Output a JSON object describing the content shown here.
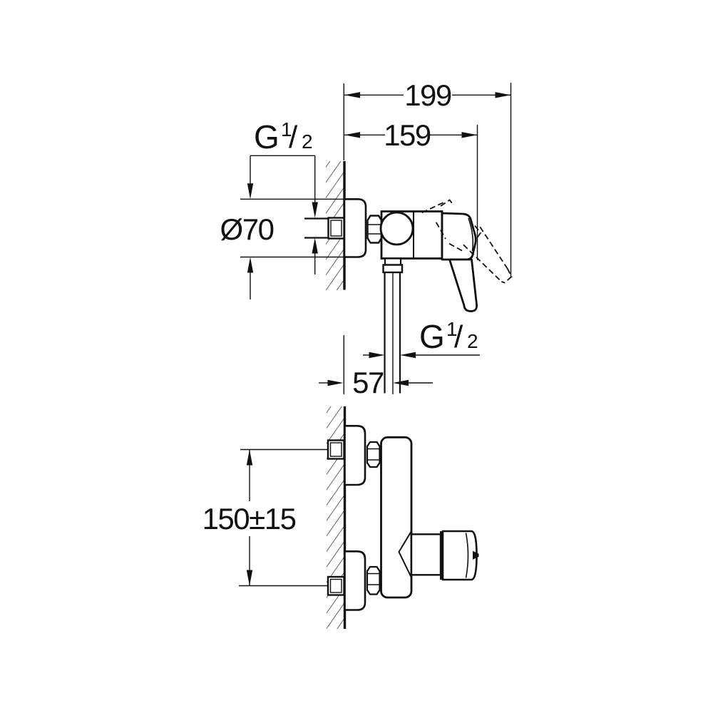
{
  "page": {
    "background": "#ffffff",
    "ink": "#111111"
  },
  "drawing": {
    "side_view": {
      "labels": {
        "total_depth": "199",
        "body_depth": "159",
        "top_thread": {
          "g": "G",
          "num": "1",
          "den": "2"
        },
        "flange_diameter": "Ø70",
        "outlet_thread": {
          "g": "G",
          "num": "1",
          "den": "2"
        },
        "wall_to_outlet": "57"
      }
    },
    "front_view": {
      "labels": {
        "inlet_spacing": "150±15"
      }
    }
  }
}
